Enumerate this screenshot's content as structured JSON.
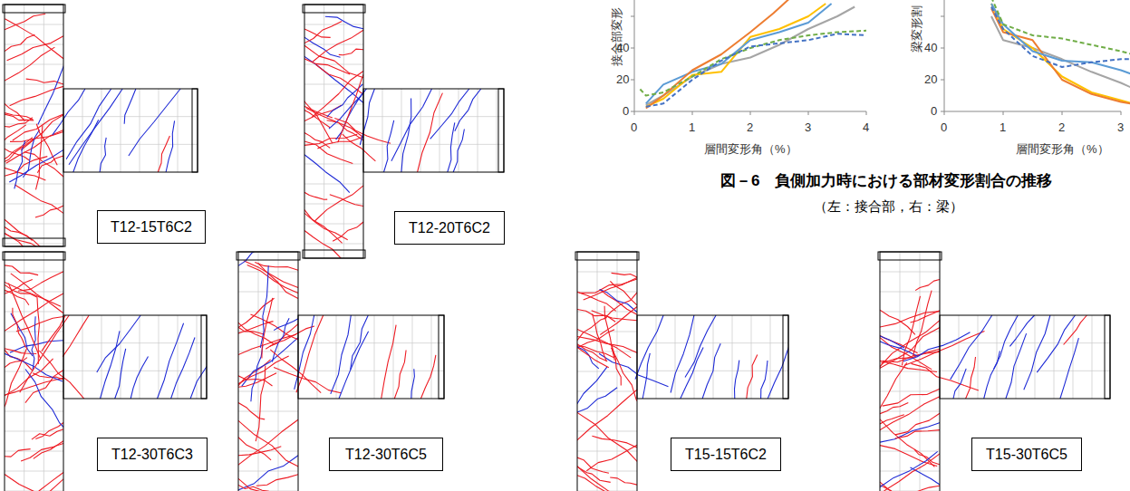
{
  "diagram": {
    "nodes": [
      {
        "text": [
          "T12-15T6C2"
        ]
      },
      {
        "text": [
          "T12-20T6C2"
        ]
      },
      {
        "text": [
          "T12-30T6C3"
        ]
      },
      {
        "text": [
          "T12-30T6C5"
        ]
      },
      {
        "text": [
          "T15-15T6C2"
        ]
      },
      {
        "text": [
          "T15-30T6C5"
        ]
      }
    ],
    "labels": [
      "接合部変形",
      "40",
      "20",
      "0",
      "0",
      "1",
      "2",
      "3",
      "4",
      "層間変形角（%）",
      "梁変形割",
      "40",
      "20",
      "0",
      "0",
      "1",
      "2",
      "3",
      "層間変形角（%）",
      "図－6　負側加力時における部材変形割合の推移",
      "（左：接合部，右：梁）"
    ]
  }
}
